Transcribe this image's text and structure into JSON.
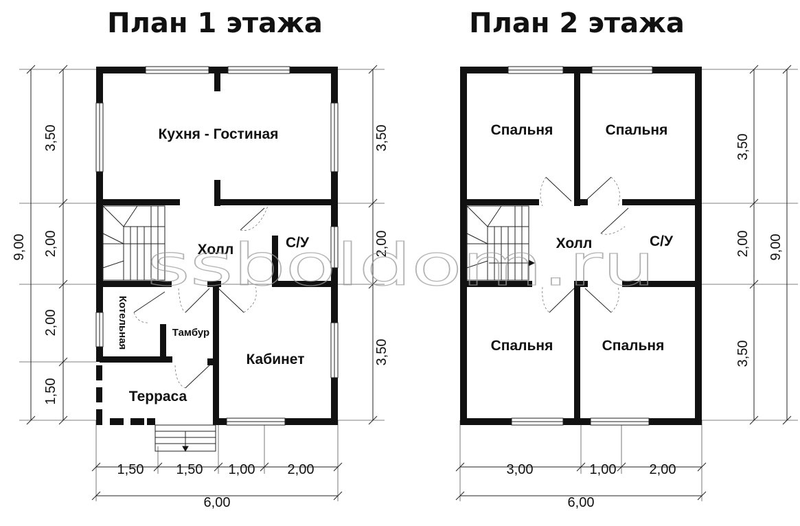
{
  "plans": [
    {
      "title": "План 1 этажа",
      "rooms": {
        "kitchen": "Кухня - Гостиная",
        "hall": "Холл",
        "wc": "С/У",
        "boiler": "Котельная",
        "vestibule": "Тамбур",
        "office": "Кабинет",
        "terrace": "Терраса"
      },
      "dims": {
        "left": [
          "3,50",
          "2,00",
          "2,00",
          "1,50"
        ],
        "total_left": "9,00",
        "inner_right": [
          "3,50",
          "2,00",
          "3,50"
        ],
        "bottom": [
          "1,50",
          "1,50",
          "1,00",
          "2,00"
        ],
        "total_bottom": "6,00"
      }
    },
    {
      "title": "План 2 этажа",
      "rooms": {
        "bedroom_tl": "Спальня",
        "bedroom_tr": "Спальня",
        "hall": "Холл",
        "wc": "С/У",
        "bedroom_bl": "Спальня",
        "bedroom_br": "Спальня"
      },
      "dims": {
        "right": [
          "3,50",
          "2,00",
          "3,50"
        ],
        "total_right": "9,00",
        "bottom": [
          "3,00",
          "1,00",
          "2,00"
        ],
        "total_bottom": "6,00"
      }
    }
  ],
  "watermark": "ssboldom.ru"
}
